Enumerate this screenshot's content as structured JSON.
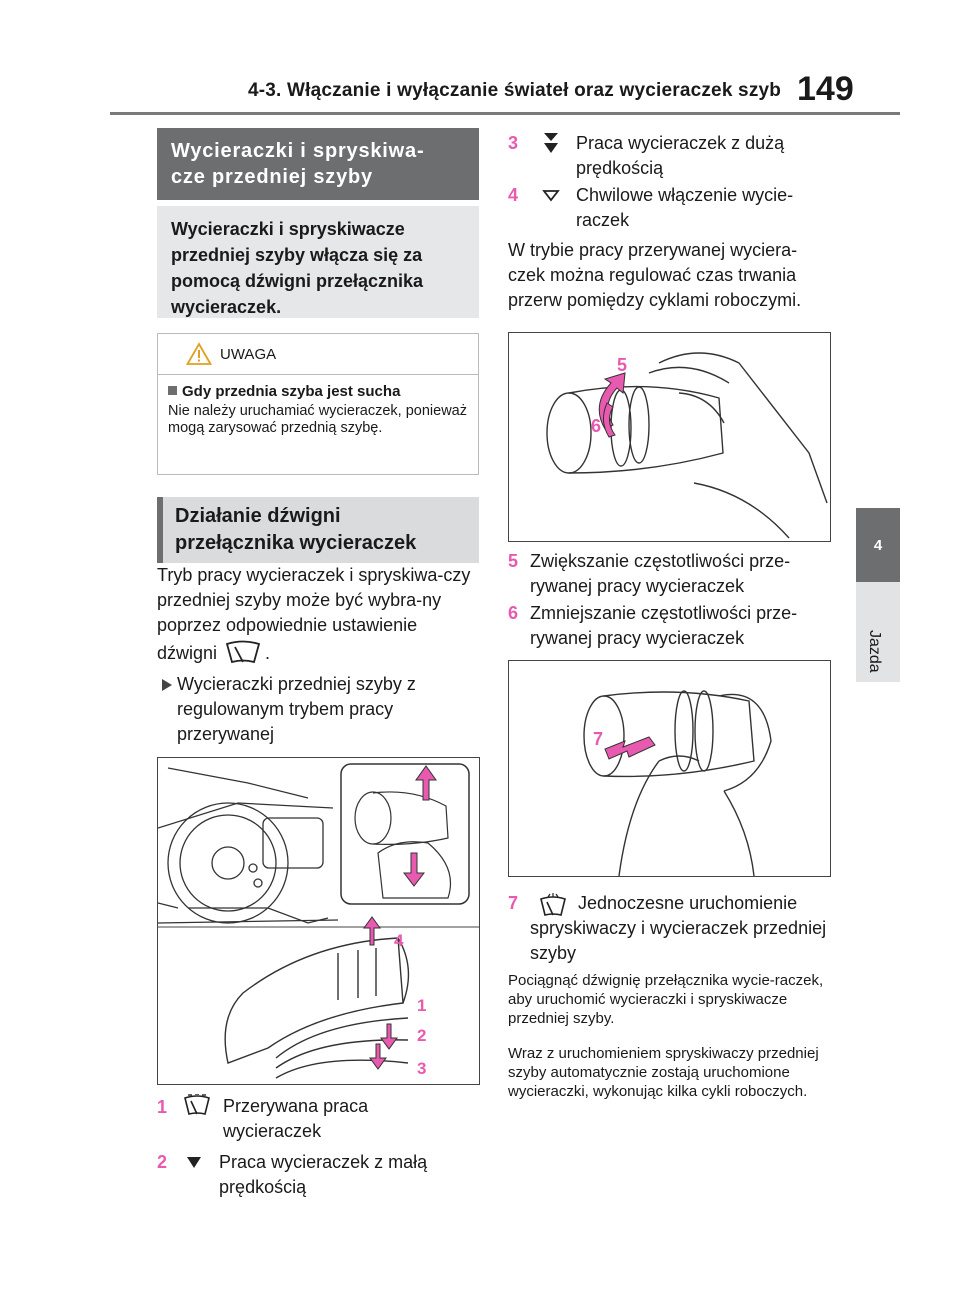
{
  "header": {
    "title": "4-3. Włączanie i wyłączanie świateł oraz wycieraczek szyb",
    "page_number": "149"
  },
  "side_tab": {
    "chapter_number": "4",
    "chapter_name": "Jazda"
  },
  "section1": {
    "title": "Wycieraczki i spryskiwa-cze przedniej szyby",
    "title_line1": "Wycieraczki i spryskiwa-",
    "title_line2": "cze przedniej szyby",
    "intro": "Wycieraczki i spryskiwacze przedniej szyby włącza się za pomocą dźwigni przełącznika wycieraczek."
  },
  "warning": {
    "label": "UWAGA",
    "subtitle": "Gdy przednia szyba jest sucha",
    "body": "Nie należy uruchamiać wycieraczek, ponieważ mogą zarysować przednią szybę."
  },
  "section2": {
    "title_line1": "Działanie dźwigni",
    "title_line2": "przełącznika wycieraczek",
    "para_a": "Tryb pracy wycieraczek i spryskiwa-czy przedniej szyby może być wybra-ny poprzez odpowiednie ustawienie",
    "para_b_prefix": "dźwigni",
    "para_b_suffix": ".",
    "bullet": "Wycieraczki przedniej szyby z regulowanym trybem pracy przerywanej"
  },
  "items": [
    {
      "num": "1",
      "text": "Przerywana praca wycieraczek"
    },
    {
      "num": "2",
      "text": "Praca wycieraczek z małą prędkością"
    },
    {
      "num": "3",
      "text": "Praca wycieraczek z dużą prędkością"
    },
    {
      "num": "4",
      "text": "Chwilowe włączenie wycie-raczek"
    },
    {
      "num": "5",
      "text": "Zwiększanie częstotliwości prze-rywanej pracy wycieraczek"
    },
    {
      "num": "6",
      "text": "Zmniejszanie częstotliwości prze-rywanej pracy wycieraczek"
    },
    {
      "num": "7",
      "text": "Jednoczesne uruchomienie spryskiwaczy i wycieraczek przedniej szyby"
    }
  ],
  "right": {
    "para1": "W trybie pracy przerywanej wyciera-czek można regulować czas trwania przerw pomiędzy cyklami roboczymi.",
    "para2": "Pociągnąć dźwignię przełącznika wycie-raczek, aby uruchomić wycieraczki i spryskiwacze przedniej szyby.",
    "para3": "Wraz z uruchomieniem spryskiwaczy przedniej szyby automatycznie zostają uruchomione wycieraczki, wykonując kilka cykli roboczych."
  },
  "figure_labels": {
    "f1a": "4",
    "f1b": "1",
    "f1c": "2",
    "f1d": "3",
    "f2a": "5",
    "f2b": "6",
    "f3a": "7"
  },
  "colors": {
    "accent_pink": "#e85ab0",
    "header_gray": "#6d6e70",
    "box_gray": "#e6e7e8"
  }
}
